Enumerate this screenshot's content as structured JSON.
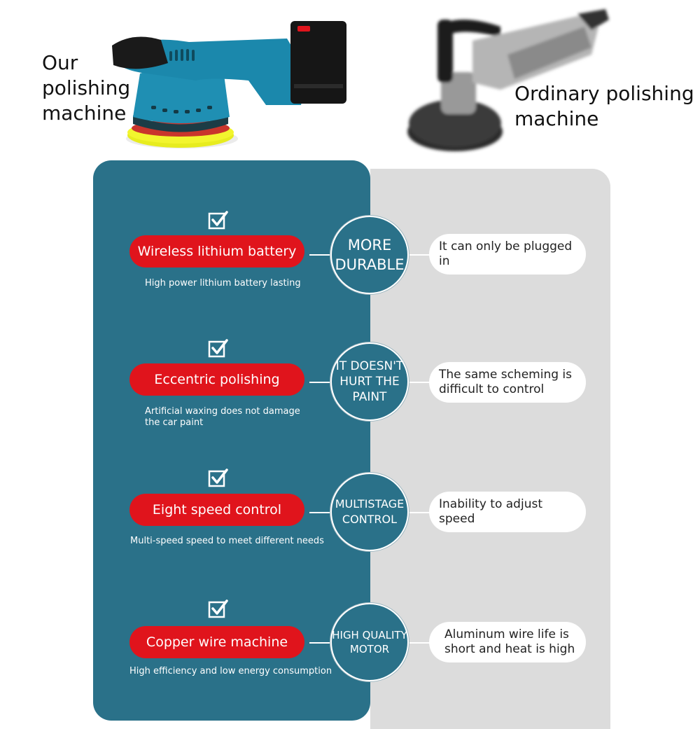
{
  "header": {
    "left_caption_lines": [
      "Our",
      "polishing",
      "machine"
    ],
    "right_caption_lines": [
      "Ordinary polishing",
      "machine"
    ]
  },
  "images": {
    "left_product": "cordless-dual-action-polisher-icon",
    "right_product": "corded-rotary-polisher-icon"
  },
  "colors": {
    "teal": "#2a7189",
    "red": "#e0141c",
    "grey": "#dcdcdc"
  },
  "rows": [
    {
      "feature": "Wireless lithium battery",
      "description_lines": [
        "High power lithium battery lasting"
      ],
      "badge_lines": [
        "MORE",
        "DURABLE"
      ],
      "ordinary_lines": [
        "It can only be plugged in"
      ]
    },
    {
      "feature": "Eccentric polishing",
      "description_lines": [
        "Artificial waxing does not damage",
        "the car paint"
      ],
      "badge_lines": [
        "IT DOESN'T",
        "HURT THE",
        "PAINT"
      ],
      "ordinary_lines": [
        "The same scheming is",
        "difficult to control"
      ]
    },
    {
      "feature": "Eight speed control",
      "description_lines": [
        "Multi-speed speed to meet different needs"
      ],
      "badge_lines": [
        "MULTISTAGE",
        "CONTROL"
      ],
      "ordinary_lines": [
        "Inability to adjust speed"
      ]
    },
    {
      "feature": "Copper wire machine",
      "description_lines": [
        "High efficiency and low energy consumption"
      ],
      "badge_lines": [
        "HIGH QUALITY",
        "MOTOR"
      ],
      "ordinary_lines": [
        "Aluminum wire life is",
        "short and heat is high"
      ]
    }
  ]
}
